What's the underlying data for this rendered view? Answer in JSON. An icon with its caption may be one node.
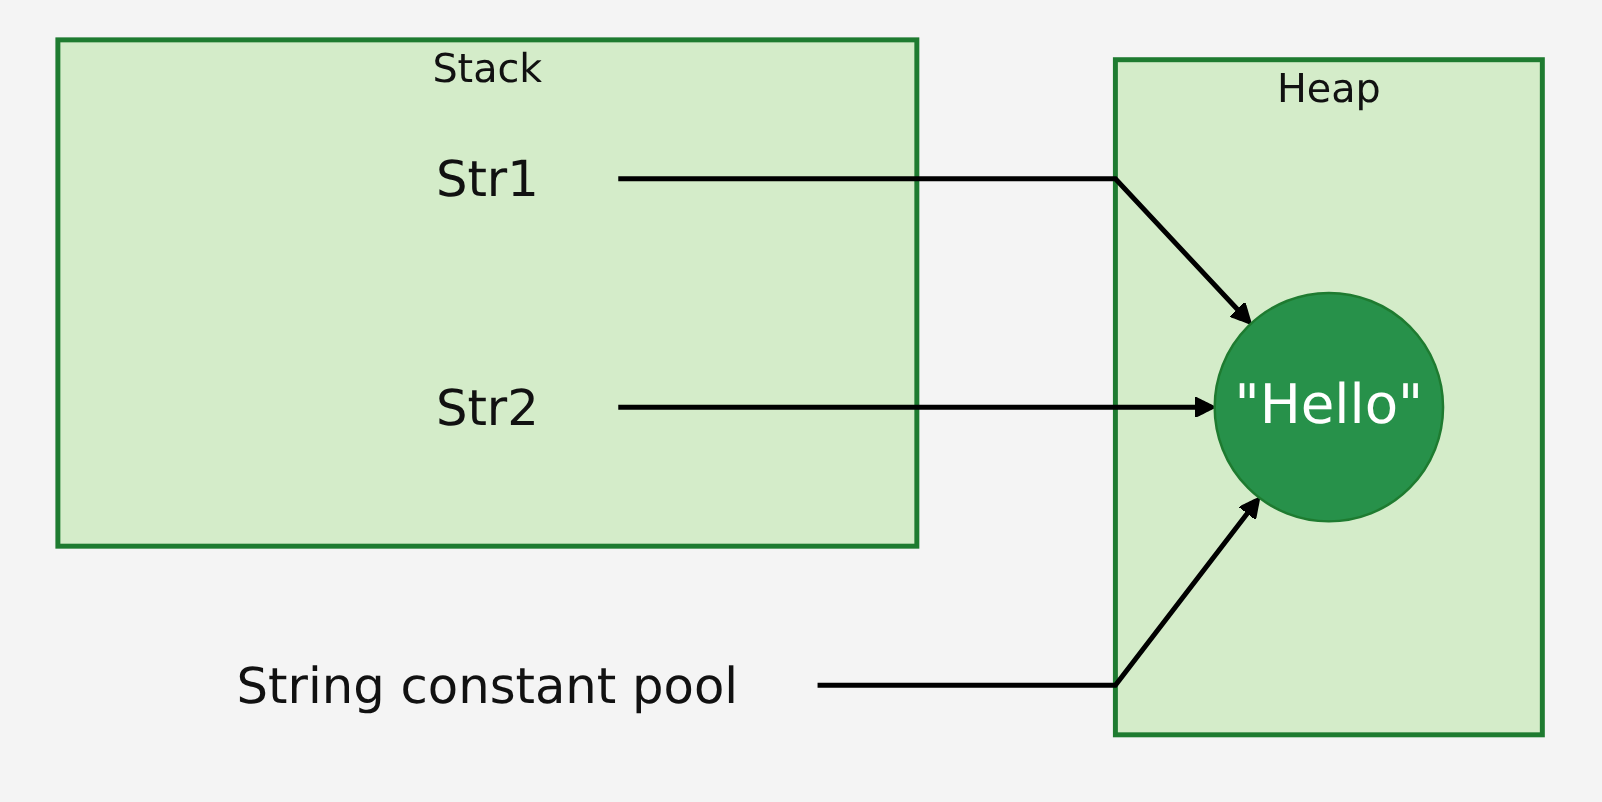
{
  "diagram": {
    "nodes": [
      {
        "text": [
          "Stack"
        ]
      },
      {
        "text": [
          "Str1"
        ],
        "in": 0
      },
      {
        "text": [
          "Str2"
        ],
        "in": 0
      },
      {
        "text": [
          "Heap"
        ]
      },
      {
        "text": [
          "\"Hello\""
        ],
        "in": 3
      },
      {
        "text": [
          "String constant pool"
        ]
      }
    ],
    "edges": [
      {
        "from": 1,
        "to": 4,
        "arrow": "to"
      },
      {
        "from": 2,
        "to": 4,
        "arrow": "to"
      },
      {
        "from": 5,
        "to": 4,
        "arrow": "to"
      }
    ]
  }
}
